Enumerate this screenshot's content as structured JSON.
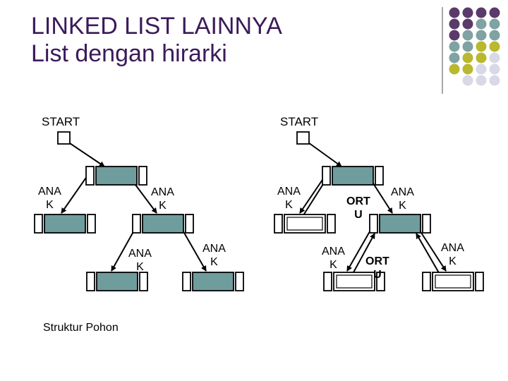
{
  "title": {
    "line1": "LINKED LIST LAINNYA",
    "line2": "List dengan hirarki"
  },
  "colors": {
    "title": "#3b1a5a",
    "node_fill": "#6f9c9c",
    "deco_purple": "#5a3a6a",
    "deco_teal": "#7fa2a2",
    "deco_olive": "#b9b82e",
    "deco_lavender": "#d8d8e6"
  },
  "left_tree": {
    "start_label": "START",
    "labels": {
      "root_left": [
        "ANA",
        "K"
      ],
      "root_right": [
        "ANA",
        "K"
      ],
      "mid_left": [
        "ANA",
        "K"
      ],
      "mid_right": [
        "ANA",
        "K"
      ]
    },
    "caption": "Struktur Pohon"
  },
  "right_tree": {
    "start_label": "START",
    "labels": {
      "root_left": [
        "ANA",
        "K"
      ],
      "root_mid": [
        "ORT",
        "U"
      ],
      "root_right": [
        "ANA",
        "K"
      ],
      "mid_left": [
        "ANA",
        "K"
      ],
      "mid_mid": [
        "ORT",
        "U"
      ],
      "mid_right": [
        "ANA",
        "K"
      ]
    }
  }
}
